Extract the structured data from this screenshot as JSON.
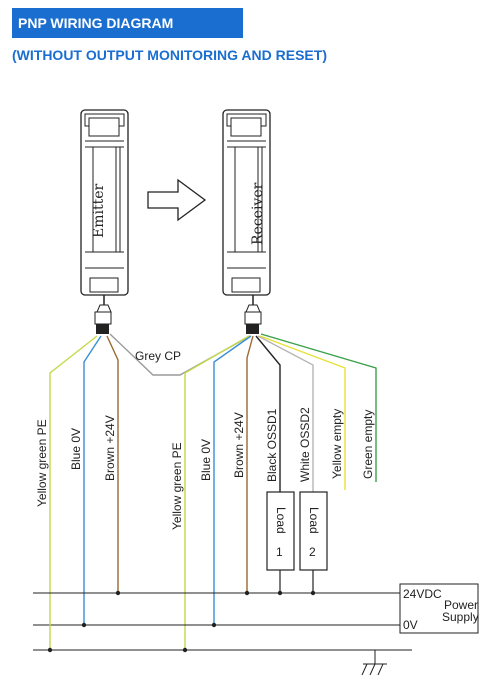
{
  "header": {
    "title": "PNP WIRING DIAGRAM",
    "subtitle": "(WITHOUT OUTPUT MONITORING AND RESET)"
  },
  "emitter": {
    "label": "Emitter",
    "wires": [
      "Yellow green PE",
      "Blue 0V",
      "Brown +24V"
    ]
  },
  "receiver": {
    "label": "Receiver",
    "wires": [
      "Yellow green PE",
      "Blue  0V",
      "Brown +24V",
      "Black  OSSD1",
      "White  OSSD2",
      "Yellow empty",
      "Green  empty"
    ]
  },
  "link_cable": "Grey CP",
  "loads": [
    {
      "top": "Load",
      "num": "1"
    },
    {
      "top": "Load",
      "num": "2"
    }
  ],
  "power_supply": {
    "pos": "24VDC",
    "neg": "0V",
    "label1": "Power",
    "label2": "Supply"
  },
  "colors": {
    "accent": "#1a6ed0",
    "yellow_green": "#c5d94a",
    "blue": "#3a8fd6",
    "brown": "#9a6a2e",
    "grey": "#9a9a9a",
    "yellow": "#e8e23a",
    "green": "#3aa04a",
    "white_wire": "#b5b5b5"
  }
}
